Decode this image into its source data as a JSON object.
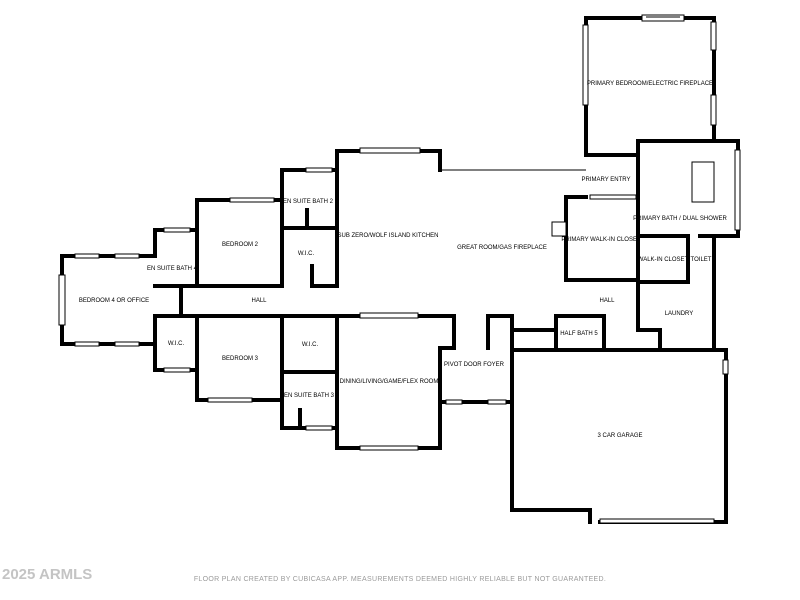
{
  "rooms": {
    "primary_bedroom": "PRIMARY BEDROOM/ELECTRIC FIREPLACE",
    "primary_entry": "PRIMARY ENTRY",
    "en_suite_bath_2": "EN SUITE BATH 2",
    "kitchen": "SUB ZERO/WOLF ISLAND KITCHEN",
    "bedroom_2": "BEDROOM 2",
    "wic_1": "W.I.C.",
    "en_suite_bath_4": "EN SUITE BATH 4",
    "great_room": "GREAT ROOM/GAS FIREPLACE",
    "primary_walkin_closet": "PRIMARY WALK-IN CLOSET",
    "primary_bath": "PRIMARY BATH / DUAL SHOWER",
    "walkin_closet": "WALK-IN CLOSET",
    "toilet": "TOILET",
    "bedroom_4": "BEDROOM 4 OR OFFICE",
    "hall_west": "HALL",
    "hall_east": "HALL",
    "laundry": "LAUNDRY",
    "half_bath_5": "HALF BATH 5",
    "wic_2": "W.I.C.",
    "wic_3": "W.I.C.",
    "bedroom_3": "BEDROOM 3",
    "pivot_door_foyer": "PIVOT DOOR FOYER",
    "dining": "DINING/LIVING/GAME/FLEX ROOM",
    "en_suite_bath_3": "EN SUITE BATH 3",
    "garage": "3 CAR GARAGE"
  },
  "footer": {
    "note": "FLOOR PLAN CREATED BY CUBICASA APP. MEASUREMENTS DEEMED HIGHLY RELIABLE BUT NOT GUARANTEED.",
    "copyright": "2025 ARMLS"
  }
}
